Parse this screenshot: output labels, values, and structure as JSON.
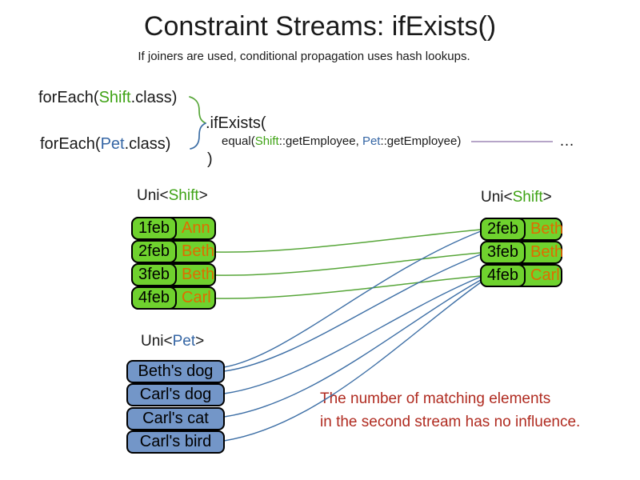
{
  "slide": {
    "title": "Constraint Streams: ifExists()",
    "subtitle": "If joiners are used, conditional propagation uses hash lookups."
  },
  "code": {
    "foreach_shift": {
      "pre": "forEach(",
      "cls": "Shift",
      "post": ".class)"
    },
    "foreach_pet": {
      "pre": "forEach(",
      "cls": "Pet",
      "post": ".class)"
    },
    "if_exists": ".ifExists(",
    "joiner": {
      "pre": "equal(",
      "left_cls": "Shift",
      "mid": "::getEmployee, ",
      "right_cls": "Pet",
      "post": "::getEmployee)"
    },
    "ellipsis": "…",
    "close_paren": ")"
  },
  "left_shift_table": {
    "label": {
      "pre": "Uni<",
      "type": "Shift",
      "post": ">"
    },
    "rows": [
      {
        "date": "1feb",
        "employee": "Ann"
      },
      {
        "date": "2feb",
        "employee": "Beth"
      },
      {
        "date": "3feb",
        "employee": "Beth"
      },
      {
        "date": "4feb",
        "employee": "Carl"
      }
    ]
  },
  "right_shift_table": {
    "label": {
      "pre": "Uni<",
      "type": "Shift",
      "post": ">"
    },
    "rows": [
      {
        "date": "2feb",
        "employee": "Beth"
      },
      {
        "date": "3feb",
        "employee": "Beth"
      },
      {
        "date": "4feb",
        "employee": "Carl"
      }
    ]
  },
  "pet_table": {
    "label": {
      "pre": "Uni<",
      "type": "Pet",
      "post": ">"
    },
    "rows": [
      {
        "name": "Beth's dog"
      },
      {
        "name": "Carl's dog"
      },
      {
        "name": "Carl's cat"
      },
      {
        "name": "Carl's bird"
      }
    ]
  },
  "note": {
    "line1": "The number of matching elements",
    "line2": "in the second stream has no influence."
  },
  "colors": {
    "shift_green": "#3fa315",
    "pet_blue": "#3465a4",
    "employee_orange": "#e06c00",
    "box_green": "#6fd22e",
    "box_blue": "#7396c8",
    "note_red": "#b02b20",
    "connector_green": "#57a639",
    "connector_blue": "#3c6ea5",
    "joiner_line_purple": "#8b6fa8"
  }
}
